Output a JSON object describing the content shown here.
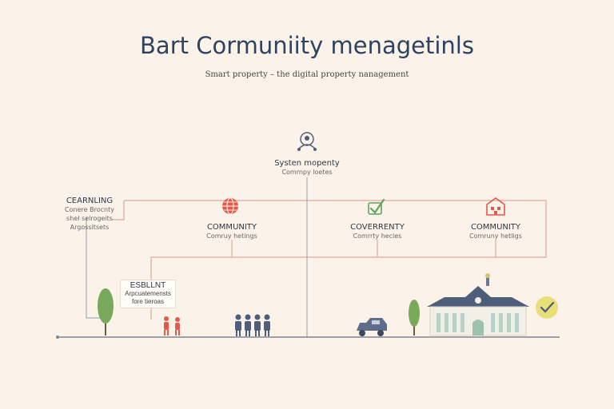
{
  "header": {
    "title": "Bart Cormuniity menagetinls",
    "subtitle": "Smart property – the digital property nanagement"
  },
  "top_node": {
    "title": "Systen mopenty",
    "subtitle": "Comrnpy loetes"
  },
  "left_node": {
    "title": "CEARNLING",
    "lines": [
      "Conere Brocnty",
      "shel selrogeits",
      "Argossitsets"
    ]
  },
  "nodes": [
    {
      "title": "COMMUNITY",
      "subtitle": "Comruy hetings",
      "icon": "globe-icon",
      "color": "#e45a4a"
    },
    {
      "title": "COVERRENTY",
      "subtitle": "Comrrty hecles",
      "icon": "check-icon",
      "color": "#5aa55a"
    },
    {
      "title": "COMMUNITY",
      "subtitle": "Comruny hetligs",
      "icon": "building-icon",
      "color": "#e45a4a"
    }
  ],
  "card": {
    "title": "ESBLLNT",
    "lines": [
      "Arpcuatemensts",
      "fore tieroas"
    ]
  },
  "colors": {
    "line": "#dfa79b",
    "stem": "#a8adb6",
    "accent_red": "#e45a4a",
    "accent_green": "#5aa55a",
    "navy": "#4d5d7a"
  }
}
